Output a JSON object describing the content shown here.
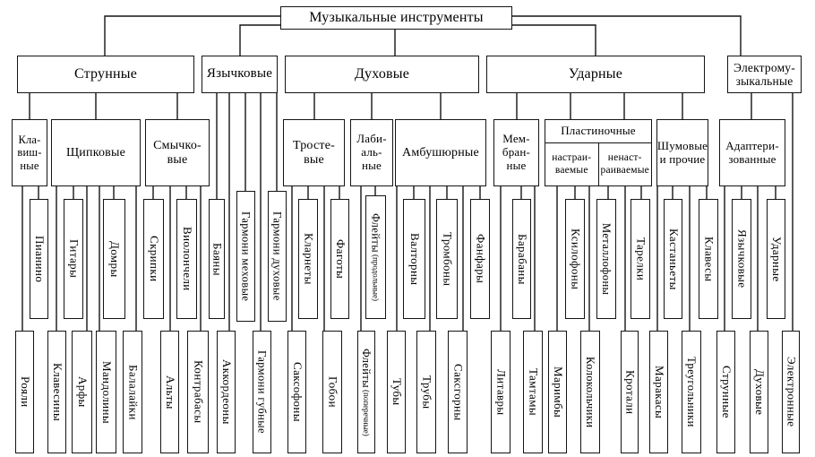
{
  "diagram_colors": {
    "line": "#141414",
    "background": "#ffffff"
  },
  "root": {
    "label": "Музыкальные инструменты",
    "children": [
      {
        "label": "Струнные",
        "children": [
          {
            "label": "Кла-\nвиш-\nные",
            "children": [
              {
                "label": "Пианино"
              },
              {
                "label": "Рояли"
              }
            ]
          },
          {
            "label": "Щипковые",
            "children": [
              {
                "label": "Гитары"
              },
              {
                "label": "Домры"
              },
              {
                "label": "Клавесины"
              },
              {
                "label": "Арфы"
              },
              {
                "label": "Мандолины"
              },
              {
                "label": "Балалайки"
              }
            ]
          },
          {
            "label": "Смычко-\nвые",
            "children": [
              {
                "label": "Скрипки"
              },
              {
                "label": "Виолончели"
              },
              {
                "label": "Альты"
              },
              {
                "label": "Контрабасы"
              }
            ]
          }
        ]
      },
      {
        "label": "Язычковые",
        "children": [
          {
            "label": "Баяны"
          },
          {
            "label": "Гармони меховые"
          },
          {
            "label": "Гармони духовые"
          },
          {
            "label": "Аккордеоны"
          },
          {
            "label": "Гармони губные"
          }
        ]
      },
      {
        "label": "Духовые",
        "children": [
          {
            "label": "Тросте-\nвые",
            "children": [
              {
                "label": "Кларнеты"
              },
              {
                "label": "Фаготы"
              },
              {
                "label": "Саксофоны"
              },
              {
                "label": "Гобои"
              }
            ]
          },
          {
            "label": "Лаби-\nаль-\nные",
            "children": [
              {
                "label": "Флейты",
                "note": "(продольные)"
              },
              {
                "label": "Флейты",
                "note": "(поперечные)"
              }
            ]
          },
          {
            "label": "Амбушюрные",
            "children": [
              {
                "label": "Валторны"
              },
              {
                "label": "Тромбоны"
              },
              {
                "label": "Фанфары"
              },
              {
                "label": "Тубы"
              },
              {
                "label": "Трубы"
              },
              {
                "label": "Саксгорны"
              }
            ]
          }
        ]
      },
      {
        "label": "Ударные",
        "children": [
          {
            "label": "Мем-\nбран-\nные",
            "children": [
              {
                "label": "Барабаны"
              },
              {
                "label": "Литавры"
              },
              {
                "label": "Тамтамы"
              }
            ]
          },
          {
            "label": "Пластиночные",
            "children": [
              {
                "label": "настраи-\nваемые",
                "children": [
                  {
                    "label": "Ксилофоны"
                  },
                  {
                    "label": "Маримбы"
                  },
                  {
                    "label": "Колокольчики"
                  }
                ]
              },
              {
                "label": "ненаст-\nраиваемые",
                "children": [
                  {
                    "label": "Металлофоны"
                  },
                  {
                    "label": "Тарелки"
                  },
                  {
                    "label": "Кротали"
                  }
                ]
              }
            ]
          },
          {
            "label": "Шумовые\nи прочие",
            "children": [
              {
                "label": "Кастаньеты"
              },
              {
                "label": "Клавесы"
              },
              {
                "label": "Маракасы"
              },
              {
                "label": "Треугольники"
              }
            ]
          }
        ]
      },
      {
        "label": "Электрому-\nзыкальные",
        "children": [
          {
            "label": "Адаптери-\nзованные",
            "children": [
              {
                "label": "Язычковые"
              },
              {
                "label": "Ударные"
              },
              {
                "label": "Струнные"
              },
              {
                "label": "Духовые"
              }
            ]
          },
          {
            "label": "Электронные"
          }
        ]
      }
    ]
  }
}
